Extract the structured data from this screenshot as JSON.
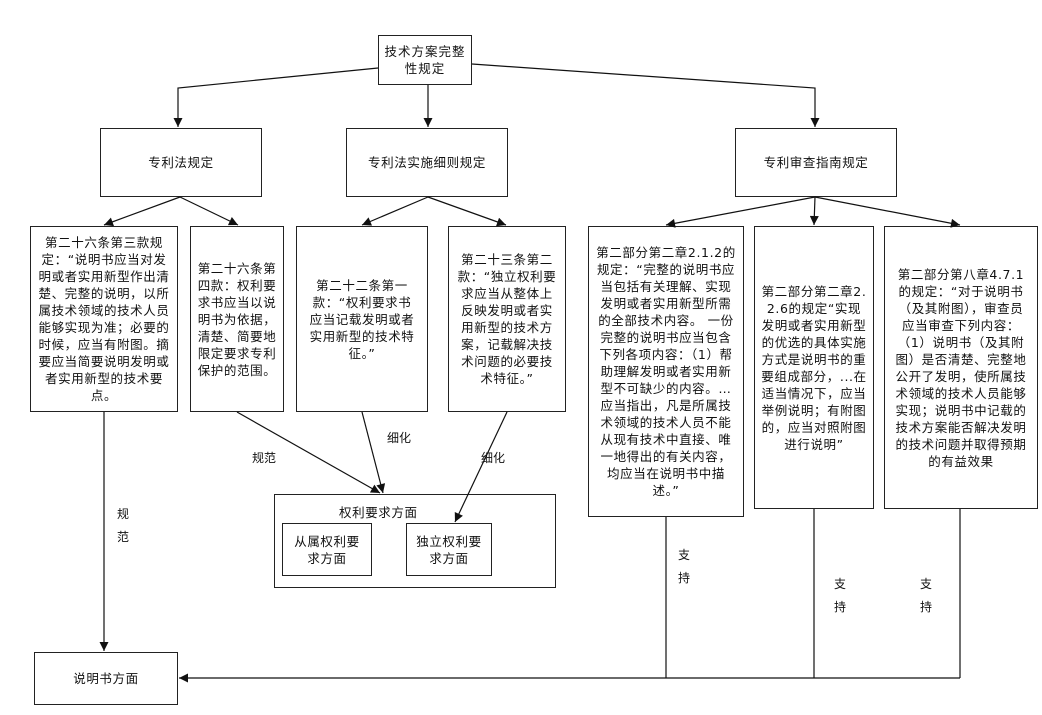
{
  "nodes": {
    "root": "技术方案完整性规定",
    "patent_law": "专利法规定",
    "implementing_rules": "专利法实施细则规定",
    "examination_guidelines": "专利审查指南规定",
    "law_art26_para3": "第二十六条第三款规定：“说明书应当对发明或者实用新型作出清楚、完整的说明，以所属技术领域的技术人员能够实现为准；必要的时候，应当有附图。摘要应当简要说明发明或者实用新型的技术要点。",
    "law_art26_para4": "第二十六条第四款：权利要求书应当以说明书为依据，清楚、简要地限定要求专利保护的范围。",
    "rules_art22_para1": "第二十二条第一款：“权利要求书应当记载发明或者实用新型的技术特征。”",
    "rules_art23_para2": "第二十三条第二款：“独立权利要求应当从整体上反映发明或者实用新型的技术方案，记载解决技术问题的必要技术特征。”",
    "guide_part2_ch2_2_1_2": "第二部分第二章2.1.2的规定：“完整的说明书应当包括有关理解、实现发明或者实用新型所需的全部技术内容。 一份完整的说明书应当包含下列各项内容：（1）帮助理解发明或者实用新型不可缺少的内容。…应当指出，凡是所属技术领域的技术人员不能从现有技术中直接、唯一地得出的有关内容，均应当在说明书中描述。”",
    "guide_part2_ch2_2_2_6": "第二部分第二章2.2.6的规定“实现发明或者实用新型的优选的具体实施方式是说明书的重要组成部分，...在适当情况下，应当举例说明；有附图的，应当对照附图进行说明”",
    "guide_part2_ch8_4_7_1": "第二部分第八章4.7.1的规定：“对于说明书（及其附图），审查员应当审查下列内容：（1）说明书（及其附图）是否清楚、完整地公开了发明，使所属技术领域的技术人员能够实现；说明书中记载的技术方案能否解决发明的技术问题并取得预期的有益效果",
    "claims_aspect": "权利要求方面",
    "dependent_claims_aspect": "从属权利要求方面",
    "independent_claims_aspect": "独立权利要求方面",
    "description_aspect": "说明书方面"
  },
  "edge_labels": {
    "art26_para4_to_claims": "规范",
    "art22_para1_to_claims": "细化",
    "art23_para2_to_independent": "细化",
    "art26_para3_to_description": "规范",
    "guide_2_1_2_to_description": "支持",
    "guide_2_2_6_to_description": "支持",
    "guide_4_7_1_to_description": "支持"
  }
}
